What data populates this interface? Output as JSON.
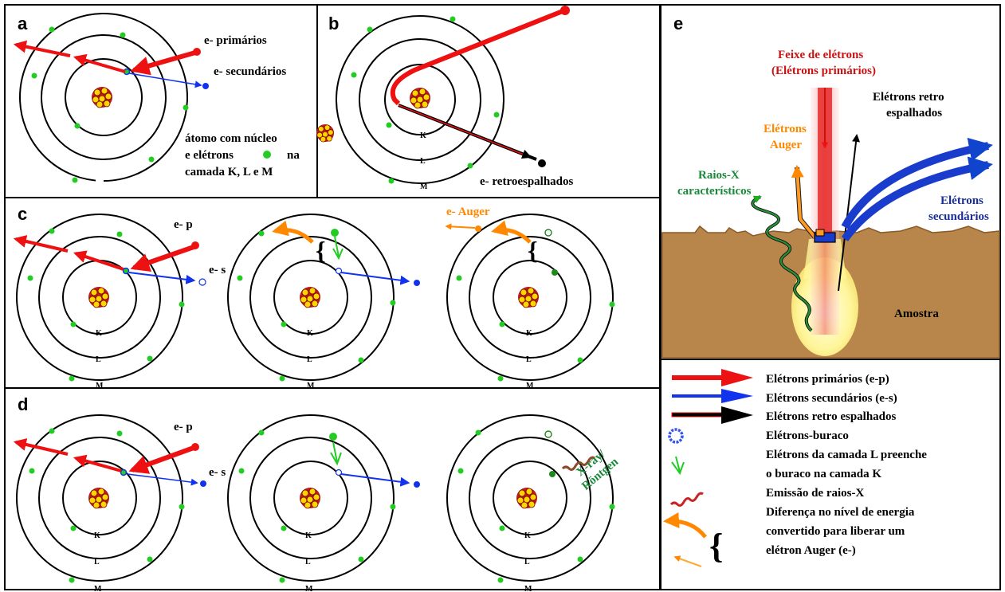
{
  "panels": {
    "a": {
      "letter": "a",
      "primary": "e- primários",
      "secondary": "e- secundários",
      "atom_l1": "átomo com núcleo",
      "atom_l2a": "e elétrons",
      "atom_l2b": "na",
      "atom_l3": "camada K, L e M"
    },
    "b": {
      "letter": "b",
      "backscatter": "e- retroespalhados",
      "shells": [
        "K",
        "L",
        "M"
      ]
    },
    "c": {
      "letter": "c",
      "ep": "e- p",
      "es": "e- s",
      "auger": "e- Auger",
      "shells": [
        "K",
        "L",
        "M"
      ]
    },
    "d": {
      "letter": "d",
      "ep": "e- p",
      "es": "e- s",
      "xray_l1": "X-ray/",
      "xray_l2": "Röntgen",
      "shells": [
        "K",
        "L",
        "M"
      ]
    },
    "e": {
      "letter": "e",
      "beam_l1": "Feixe de elétrons",
      "beam_l2": "(Elétrons primários)",
      "retro_l1": "Elétrons retro",
      "retro_l2": "espalhados",
      "auger_l1": "Elétrons",
      "auger_l2": "Auger",
      "xray_l1": "Raios-X",
      "xray_l2": "característicos",
      "sec_l1": "Elétrons",
      "sec_l2": "secundários",
      "sample": "Amostra"
    }
  },
  "legend": [
    "Elétrons primários (e-p)",
    "Elétrons secundários (e-s)",
    "Elétrons retro espalhados",
    "Elétrons-buraco",
    "Elétrons da camada L preenche",
    "o buraco na camada K",
    "Emissão de raios-X",
    "Diferença no nível de energia",
    "convertido para liberar um",
    "elétron Auger (e-)"
  ],
  "colors": {
    "primary": "#ee1111",
    "secondary": "#1133ee",
    "backscatter": "#000000",
    "auger": "#ff8800",
    "electron": "#22cc22",
    "xray": "#228833",
    "sample": "#b8864a",
    "beam": "#dd1111"
  }
}
